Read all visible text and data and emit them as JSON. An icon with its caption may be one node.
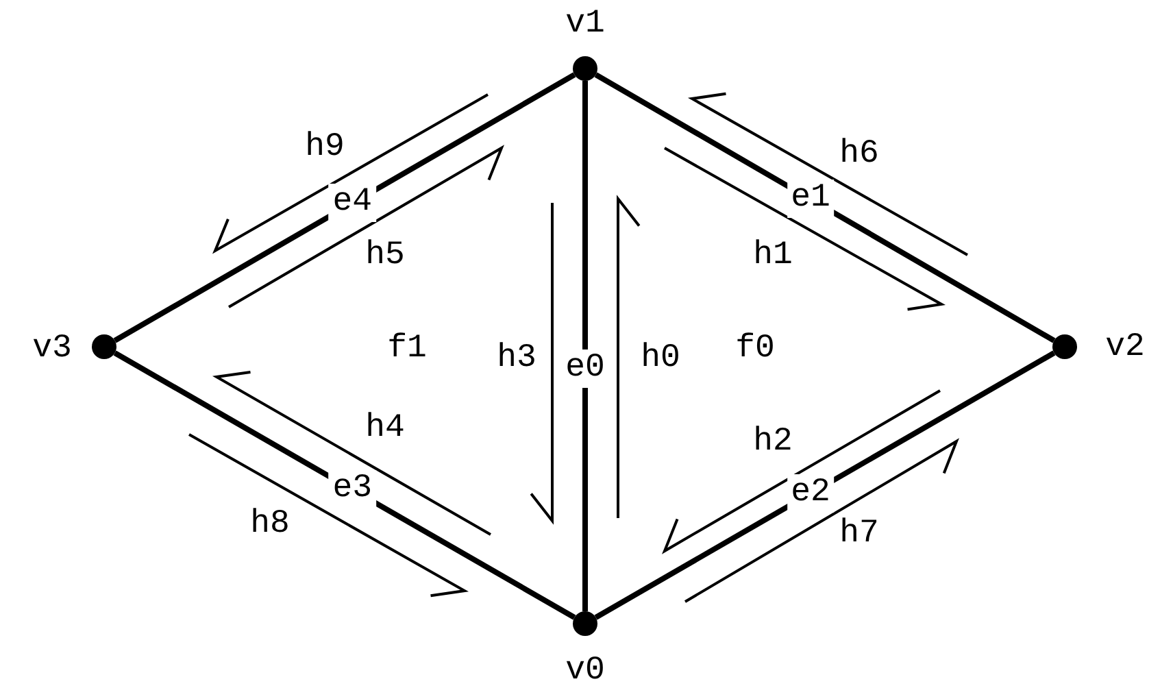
{
  "diagram": {
    "nodes": [
      {
        "text": [],
        "shape": "circle",
        "beside": [
          "v1"
        ]
      },
      {
        "text": [],
        "shape": "circle",
        "beside": [
          "v3"
        ]
      },
      {
        "text": [],
        "shape": "circle",
        "beside": [
          "v2"
        ]
      },
      {
        "text": [],
        "shape": "circle",
        "beside": [
          "v0"
        ]
      }
    ],
    "edges": [
      {
        "from": 0,
        "to": 3,
        "arrow": "none",
        "label": "e0"
      },
      {
        "from": 0,
        "to": 2,
        "arrow": "none",
        "label": "e1"
      },
      {
        "from": 3,
        "to": 2,
        "arrow": "none",
        "label": "e2"
      },
      {
        "from": 1,
        "to": 3,
        "arrow": "none",
        "label": "e3"
      },
      {
        "from": 1,
        "to": 0,
        "arrow": "none",
        "label": "e4"
      }
    ],
    "labels": [
      "h9",
      "h6",
      "h5",
      "h1",
      "f1",
      "h3",
      "h0",
      "f0",
      "h4",
      "h2",
      "h8",
      "h7"
    ]
  }
}
